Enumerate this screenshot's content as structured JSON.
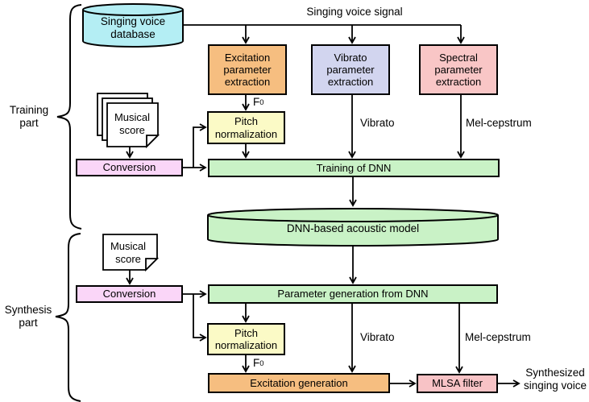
{
  "colors": {
    "database_fill": "#b4eef4",
    "excitation_fill": "#f6be80",
    "vibrato_fill": "#d2d5ef",
    "spectral_fill": "#f9c6c6",
    "pitch_fill": "#fbfac6",
    "conversion_fill": "#fad6f8",
    "green_fill": "#c9f2c6",
    "mlsa_fill": "#f8c3c6",
    "doc_fill": "#ffffff",
    "stroke": "#000000"
  },
  "nodes": {
    "database": "Singing voice database",
    "excitation_extraction": "Excitation parameter extraction",
    "vibrato_extraction": "Vibrato parameter extraction",
    "spectral_extraction": "Spectral parameter extraction",
    "musical_score_train": "Musical score",
    "pitch_norm_train": "Pitch normalization",
    "conversion_train": "Conversion",
    "training_dnn": "Training of DNN",
    "acoustic_model": "DNN-based acoustic model",
    "musical_score_synth": "Musical score",
    "conversion_synth": "Conversion",
    "param_generation": "Parameter generation from DNN",
    "pitch_norm_synth": "Pitch normalization",
    "excitation_generation": "Excitation generation",
    "mlsa_filter": "MLSA filter"
  },
  "labels": {
    "training_part": "Training part",
    "synthesis_part": "Synthesis part",
    "singing_voice_signal": "Singing voice signal",
    "f0_base": "F",
    "f0_sub": "0",
    "vibrato_train": "Vibrato",
    "mel_cepstrum_train": "Mel-cepstrum",
    "vibrato_synth": "Vibrato",
    "mel_cepstrum_synth": "Mel-cepstrum",
    "synthesized_output": "Synthesized singing voice"
  }
}
